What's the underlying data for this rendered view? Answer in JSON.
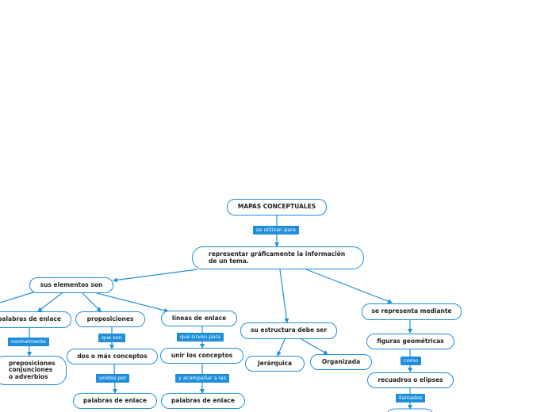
{
  "colors": {
    "accent": "#1f8fdc",
    "text": "#222222",
    "background": "#ffffff"
  },
  "nodes": {
    "root": "MAPAS CONCEPTUALES",
    "representar": "representar gráficamente la información de un tema.",
    "elementos": "sus elementos son",
    "palabras_enlace": "palabras de enlace",
    "proposiciones": "proposiciones",
    "lineas": "líneas de enlace",
    "estructura": "su estructura debe ser",
    "representa": "se representa mediante",
    "prep_list": "preposiciones\nconjunciones\no adverbios",
    "dos_mas": "dos o más conceptos",
    "unir": "unir los conceptos",
    "palabras_enlace_2": "palabras de enlace",
    "palabras_enlace_3": "palabras de enlace",
    "jerarquica": "Jerárquica",
    "organizada": "Organizada",
    "figuras": "figuras geométricas",
    "recuadros": "recuadros o elipses"
  },
  "labels": {
    "se_utilizan": "se utilizan para",
    "normalmente": "normalmente",
    "que_son": "que son",
    "que_sirven": "que sirven para",
    "unidos_por": "unidos por",
    "acompanar": "y acompañar a las",
    "como": "como",
    "llamados": "llamados"
  }
}
